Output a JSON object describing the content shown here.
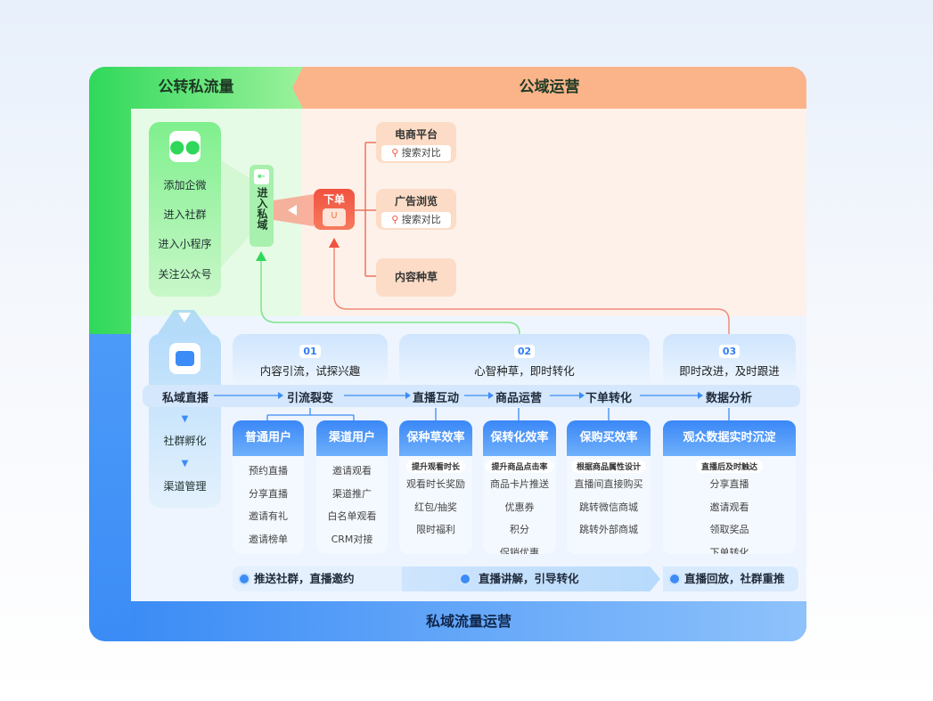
{
  "headers": {
    "public_to_private": "公转私流量",
    "public_ops": "公域运营",
    "private_ops": "私域流量运营"
  },
  "wechat_card": {
    "items": [
      "添加企微",
      "进入社群",
      "进入小程序",
      "关注公众号"
    ]
  },
  "entry": {
    "label": "进入私域"
  },
  "order": {
    "label": "下单"
  },
  "public_sources": [
    {
      "title": "电商平台",
      "search": "搜索对比"
    },
    {
      "title": "广告浏览",
      "search": "搜索对比"
    },
    {
      "title": "内容种草"
    }
  ],
  "private_card": {
    "items": [
      "私域直播",
      "社群孵化",
      "渠道管理"
    ]
  },
  "stages": [
    {
      "num": "01",
      "text": "内容引流，试探兴趣"
    },
    {
      "num": "02",
      "text": "心智种草，即时转化"
    },
    {
      "num": "03",
      "text": "即时改进，及时跟进"
    }
  ],
  "flow": [
    "私域直播",
    "引流裂变",
    "直播互动",
    "商品运营",
    "下单转化",
    "数据分析"
  ],
  "subcards": [
    {
      "title": "普通用户",
      "items": [
        "预约直播",
        "分享直播",
        "邀请有礼",
        "邀请榜单"
      ]
    },
    {
      "title": "渠道用户",
      "items": [
        "邀请观看",
        "渠道推广",
        "白名单观看",
        "CRM对接"
      ]
    },
    {
      "title": "保种草效率",
      "tag": "提升观看时长",
      "items": [
        "观看时长奖励",
        "红包/抽奖",
        "限时福利",
        "..."
      ]
    },
    {
      "title": "保转化效率",
      "tag": "提升商品点击率",
      "items": [
        "商品卡片推送",
        "优惠券",
        "积分",
        "促销优惠"
      ]
    },
    {
      "title": "保购买效率",
      "tag": "根据商品属性设计",
      "items": [
        "直播间直接购买",
        "跳转微信商城",
        "跳转外部商城",
        "..."
      ]
    },
    {
      "title": "观众数据实时沉淀",
      "tag": "直播后及时触达",
      "items": [
        "分享直播",
        "邀请观看",
        "领取奖品",
        "下单转化"
      ]
    }
  ],
  "bands": [
    "推送社群，直播邀约",
    "直播讲解，引导转化",
    "直播回放，社群重推"
  ],
  "colors": {
    "green": "#2fd85a",
    "orange": "#fbb48a",
    "blue": "#3b8cf6",
    "red": "#f0523f"
  }
}
